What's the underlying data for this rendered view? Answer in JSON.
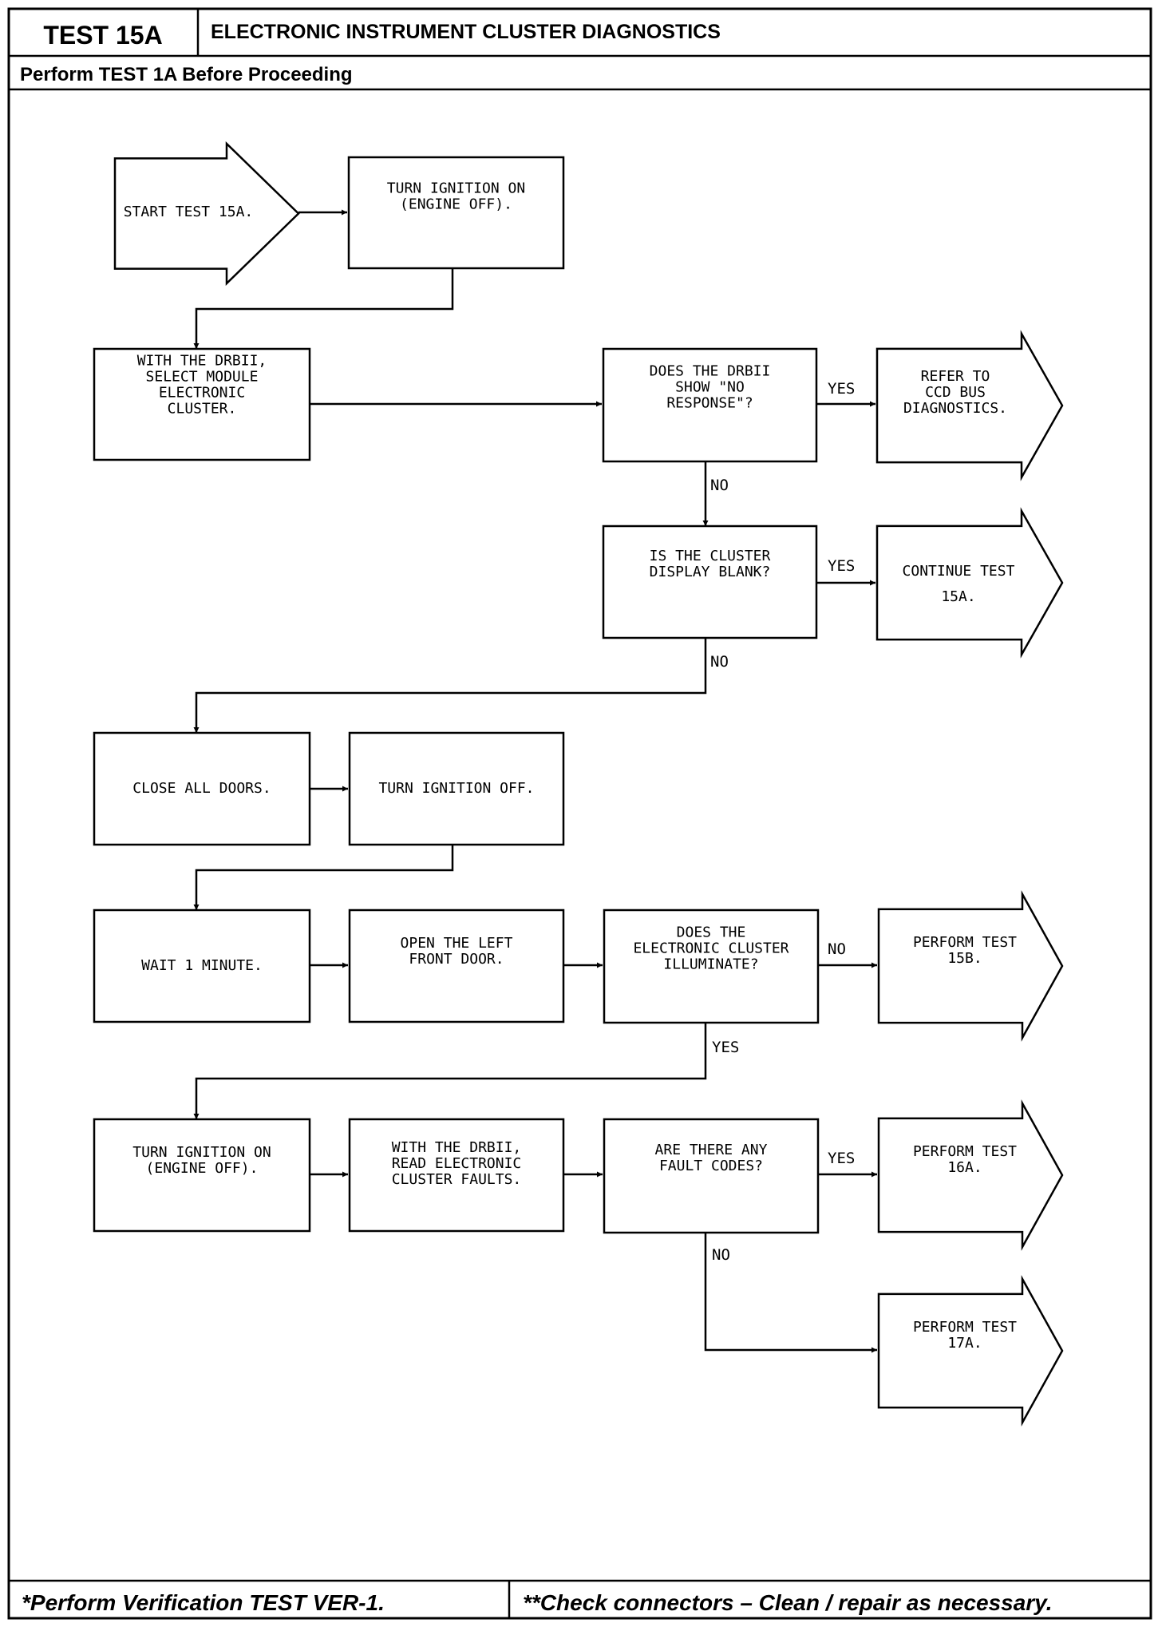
{
  "header": {
    "test_id": "TEST 15A",
    "title": "ELECTRONIC INSTRUMENT CLUSTER DIAGNOSTICS",
    "subtitle": "Perform TEST 1A Before Proceeding"
  },
  "footer": {
    "left_note": "*Perform Verification TEST VER-1.",
    "right_note": "**Check connectors – Clean / repair as necessary."
  },
  "flowchart": {
    "nodes": [
      {
        "id": "start",
        "kind": "start-arrow",
        "lines": [
          "START TEST 15A."
        ]
      },
      {
        "id": "ign-on-1",
        "kind": "step",
        "lines": [
          "TURN IGNITION ON",
          "(ENGINE OFF)."
        ]
      },
      {
        "id": "select-module",
        "kind": "step",
        "lines": [
          "WITH THE DRBII,",
          "SELECT MODULE",
          "ELECTRONIC",
          "CLUSTER."
        ]
      },
      {
        "id": "q-no-response",
        "kind": "question",
        "lines": [
          "DOES THE DRBII",
          "SHOW \"NO",
          "RESPONSE\"?"
        ]
      },
      {
        "id": "ccd-bus",
        "kind": "exit-arrow",
        "lines": [
          "REFER TO",
          "CCD BUS",
          "DIAGNOSTICS."
        ]
      },
      {
        "id": "q-display-blank",
        "kind": "question",
        "lines": [
          "IS THE CLUSTER",
          "DISPLAY BLANK?"
        ]
      },
      {
        "id": "continue-15a",
        "kind": "exit-arrow",
        "lines": [
          "CONTINUE TEST",
          "15A."
        ]
      },
      {
        "id": "close-doors",
        "kind": "step",
        "lines": [
          "CLOSE ALL DOORS."
        ]
      },
      {
        "id": "ign-off",
        "kind": "step",
        "lines": [
          "TURN IGNITION OFF."
        ]
      },
      {
        "id": "wait",
        "kind": "step",
        "lines": [
          "WAIT 1 MINUTE."
        ]
      },
      {
        "id": "open-door",
        "kind": "step",
        "lines": [
          "OPEN THE LEFT",
          "FRONT DOOR."
        ]
      },
      {
        "id": "q-illuminate",
        "kind": "question",
        "lines": [
          "DOES THE",
          "ELECTRONIC CLUSTER",
          "ILLUMINATE?"
        ]
      },
      {
        "id": "test-15b",
        "kind": "exit-arrow",
        "lines": [
          "PERFORM TEST",
          "15B."
        ]
      },
      {
        "id": "ign-on-2",
        "kind": "step",
        "lines": [
          "TURN IGNITION ON",
          "(ENGINE OFF)."
        ]
      },
      {
        "id": "read-faults",
        "kind": "step",
        "lines": [
          "WITH THE DRBII,",
          "READ ELECTRONIC",
          "CLUSTER FAULTS."
        ]
      },
      {
        "id": "q-fault-codes",
        "kind": "question",
        "lines": [
          "ARE THERE ANY",
          "FAULT CODES?"
        ]
      },
      {
        "id": "test-16a",
        "kind": "exit-arrow",
        "lines": [
          "PERFORM TEST",
          "16A."
        ]
      },
      {
        "id": "test-17a",
        "kind": "exit-arrow",
        "lines": [
          "PERFORM TEST",
          "17A."
        ]
      }
    ],
    "edges": [
      {
        "from": "start",
        "to": "ign-on-1",
        "label": ""
      },
      {
        "from": "ign-on-1",
        "to": "select-module",
        "label": ""
      },
      {
        "from": "select-module",
        "to": "q-no-response",
        "label": ""
      },
      {
        "from": "q-no-response",
        "to": "ccd-bus",
        "label": "YES"
      },
      {
        "from": "q-no-response",
        "to": "q-display-blank",
        "label": "NO"
      },
      {
        "from": "q-display-blank",
        "to": "continue-15a",
        "label": "YES"
      },
      {
        "from": "q-display-blank",
        "to": "close-doors",
        "label": "NO"
      },
      {
        "from": "close-doors",
        "to": "ign-off",
        "label": ""
      },
      {
        "from": "ign-off",
        "to": "wait",
        "label": ""
      },
      {
        "from": "wait",
        "to": "open-door",
        "label": ""
      },
      {
        "from": "open-door",
        "to": "q-illuminate",
        "label": ""
      },
      {
        "from": "q-illuminate",
        "to": "test-15b",
        "label": "NO"
      },
      {
        "from": "q-illuminate",
        "to": "ign-on-2",
        "label": "YES"
      },
      {
        "from": "ign-on-2",
        "to": "read-faults",
        "label": ""
      },
      {
        "from": "read-faults",
        "to": "q-fault-codes",
        "label": ""
      },
      {
        "from": "q-fault-codes",
        "to": "test-16a",
        "label": "YES"
      },
      {
        "from": "q-fault-codes",
        "to": "test-17a",
        "label": "NO"
      }
    ]
  }
}
